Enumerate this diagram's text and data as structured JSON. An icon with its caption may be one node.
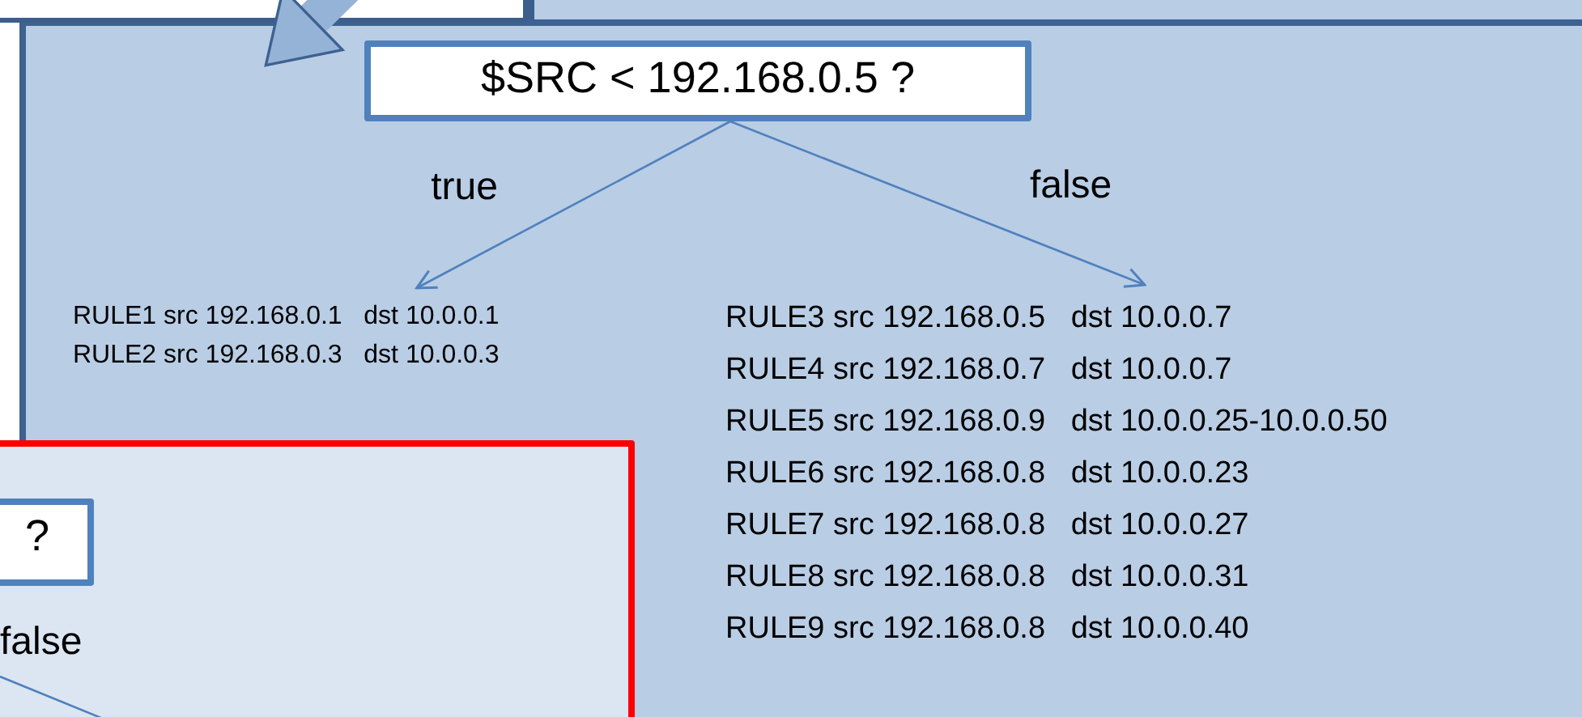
{
  "diagram": {
    "nodes": [
      {
        "text": [],
        "shape": "box"
      },
      {
        "text": [
          "$SRC < 192.168.0.5 ?"
        ],
        "in": 0
      },
      {
        "text": [
          "RULE1 src 192.168.0.1   dst 10.0.0.1",
          "RULE2 src 192.168.0.3   dst 10.0.0.3"
        ],
        "in": 0
      },
      {
        "text": [
          "RULE3 src 192.168.0.5   dst 10.0.0.7",
          "RULE4 src 192.168.0.7   dst 10.0.0.7",
          "RULE5 src 192.168.0.9   dst 10.0.0.25-10.0.0.50",
          "RULE6 src 192.168.0.8   dst 10.0.0.23",
          "RULE7 src 192.168.0.8   dst 10.0.0.27",
          "RULE8 src 192.168.0.8   dst 10.0.0.31",
          "RULE9 src 192.168.0.8   dst 10.0.0.40"
        ],
        "in": 0
      },
      {
        "text": [],
        "shape": "box",
        "in": 0
      },
      {
        "text": [
          "?"
        ],
        "in": 4
      },
      {
        "text": [],
        "shape": "box"
      }
    ],
    "edges": [
      {
        "from": 6,
        "to": 0,
        "arrow": "to",
        "style": "thick"
      },
      {
        "from": 1,
        "to": 2,
        "arrow": "to",
        "label": "true"
      },
      {
        "from": 1,
        "to": 3,
        "arrow": "to",
        "label": "false"
      }
    ],
    "labels": [
      "false"
    ]
  }
}
